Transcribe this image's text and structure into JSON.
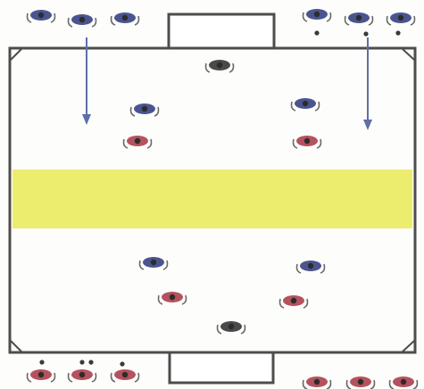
{
  "diagram": {
    "colors": {
      "background": "#fdfdfb",
      "field_line": "#4d4d4d",
      "zone": "#ecec6e",
      "arrow": "#5f6fa8",
      "team_blue": "#4a5590",
      "team_red": "#b4525d",
      "goalkeeper": "#4a4a4a",
      "skin_outline": "#6a6a6a",
      "ball": "#3a3a3a"
    },
    "players": {
      "waiting_top": [
        "blue",
        "blue",
        "blue",
        "blue",
        "blue",
        "blue"
      ],
      "formation_top": [
        "goalkeeper",
        "blue",
        "blue",
        "red",
        "red"
      ],
      "formation_bottom": [
        "blue",
        "blue",
        "red",
        "red",
        "goalkeeper"
      ],
      "waiting_bottom": [
        "red",
        "red",
        "red",
        "red",
        "red",
        "red"
      ]
    },
    "balls_count": 7
  }
}
